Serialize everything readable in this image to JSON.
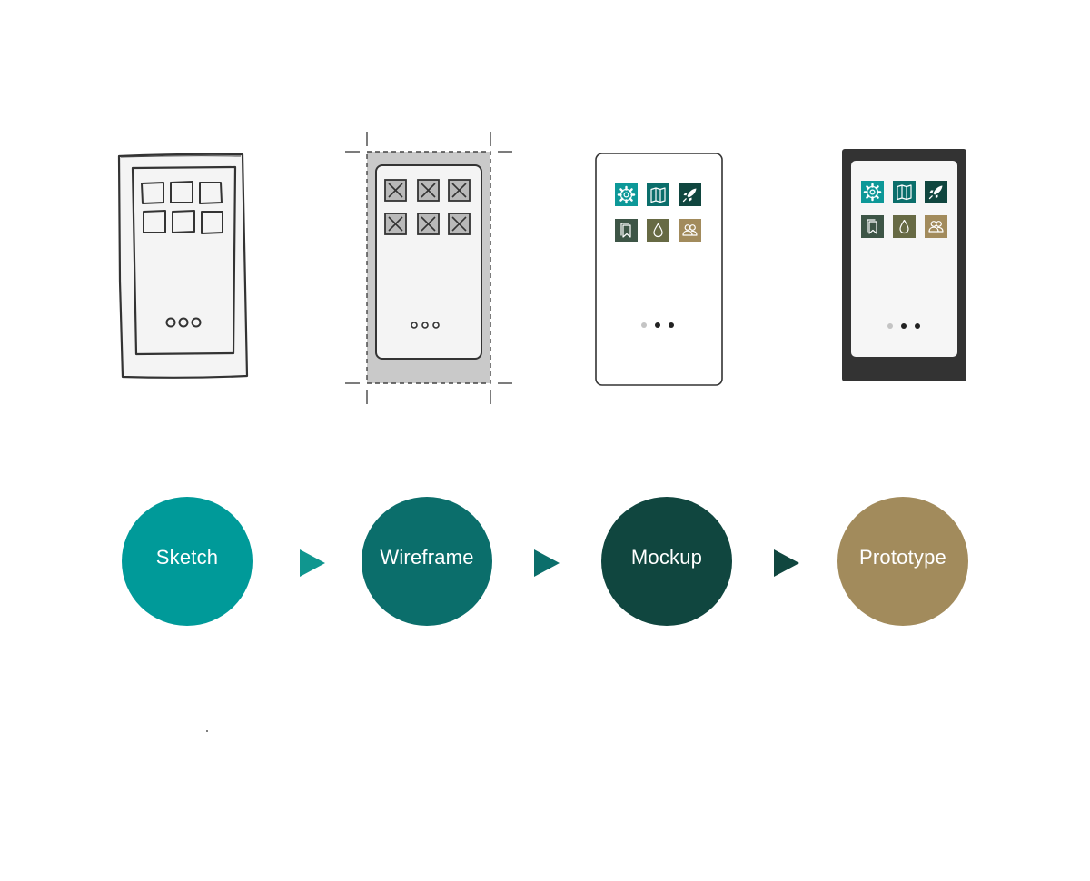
{
  "stages": [
    {
      "label": "Sketch",
      "color": "#009a99"
    },
    {
      "label": "Wireframe",
      "color": "#0b6e6b"
    },
    {
      "label": "Mockup",
      "color": "#10463f"
    },
    {
      "label": "Prototype",
      "color": "#a28b5c"
    }
  ],
  "arrow_colors": [
    "#10968f",
    "#0b6e6b",
    "#10463f"
  ],
  "mockup_icons": [
    {
      "name": "gear-icon",
      "color": "#0d9898"
    },
    {
      "name": "map-icon",
      "color": "#0b6e6b"
    },
    {
      "name": "rocket-icon",
      "color": "#10463f"
    },
    {
      "name": "bookmark-icon",
      "color": "#3d5546"
    },
    {
      "name": "drop-icon",
      "color": "#676a44"
    },
    {
      "name": "users-icon",
      "color": "#a28b5c"
    }
  ],
  "prototype_frame_color": "#333333",
  "wireframe_frame_color": "#c9c9c9"
}
